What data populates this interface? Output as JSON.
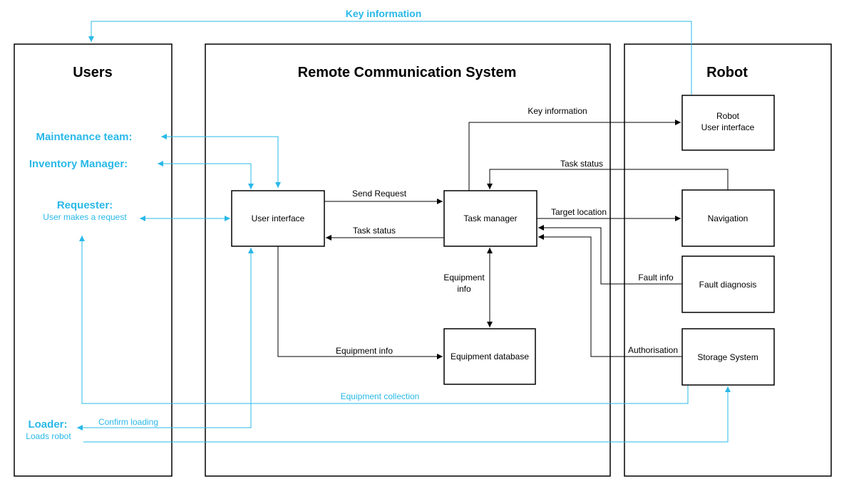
{
  "panels": {
    "users": "Users",
    "rcs": "Remote Communication System",
    "robot": "Robot"
  },
  "boxes": {
    "user_interface": "User interface",
    "task_manager": "Task manager",
    "equipment_database": "Equipment database",
    "robot_ui_line1": "Robot",
    "robot_ui_line2": "User interface",
    "navigation": "Navigation",
    "fault_diagnosis": "Fault diagnosis",
    "storage_system": "Storage System"
  },
  "users": {
    "maintenance": "Maintenance team:",
    "inventory": "Inventory Manager:",
    "requester": "Requester:",
    "requester_sub": "User makes a request",
    "loader": "Loader:",
    "loader_sub": "Loads robot"
  },
  "labels": {
    "key_info_top": "Key information",
    "key_info": "Key information",
    "task_status_top": "Task status",
    "send_request": "Send Request",
    "task_status": "Task status",
    "target_location": "Target location",
    "fault_info": "Fault info",
    "equipment_info_1": "Equipment",
    "equipment_info_2": "info",
    "equipment_info_db": "Equipment info",
    "authorisation": "Authorisation",
    "equipment_collection": "Equipment collection",
    "confirm_loading": "Confirm loading"
  },
  "colors": {
    "cyan": "#29b8e8",
    "black": "#000000"
  }
}
